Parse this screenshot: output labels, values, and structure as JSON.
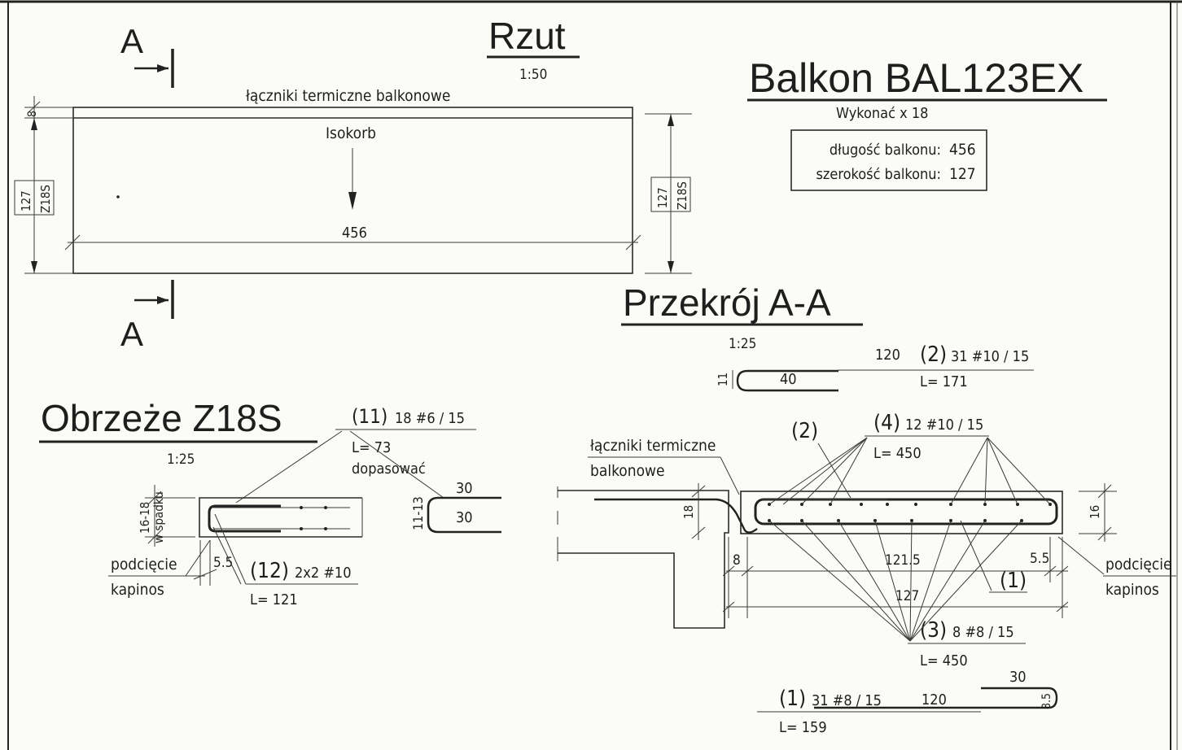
{
  "plan": {
    "title": "Rzut",
    "scale": "1:50",
    "section_mark": "A",
    "connectors_label": "łączniki termiczne balkonowe",
    "isokorb_label": "Isokorb",
    "length": "456",
    "top_dim": "8",
    "left_dim_top": "127",
    "left_dim_bottom": "Z18S",
    "right_dim_top": "127",
    "right_dim_bottom": "Z18S"
  },
  "info": {
    "title": "Balkon BAL123EX",
    "count_note": "Wykonać x 18",
    "length_label": "długość balkonu:",
    "length_value": "456",
    "width_label": "szerokość balkonu:",
    "width_value": "127"
  },
  "edge": {
    "title": "Obrzeże Z18S",
    "scale": "1:25",
    "bar11_mark": "(11)",
    "bar11_spec": "18 #6 / 15",
    "bar11_length": "L= 73",
    "bar11_note": "dopasować",
    "bar11_shape_top": "30",
    "bar11_shape_inner": "30",
    "bar11_shape_side": "11-13",
    "slope_dim": "16-18",
    "slope_note": "w spadku",
    "drip_1": "podcięcie",
    "drip_2": "kapinos",
    "dim_55": "5.5",
    "bar12_mark": "(12)",
    "bar12_spec": "2x2 #10",
    "bar12_length": "L= 121"
  },
  "section": {
    "title": "Przekrój A-A",
    "scale": "1:25",
    "bar2_shape_side": "11",
    "bar2_shape_hook": "40",
    "bar2_shape_len": "120",
    "bar2_mark": "(2)",
    "bar2_spec": "31 #10 / 15",
    "bar2_length": "L= 171",
    "connectors_1": "łączniki termiczne",
    "connectors_2": "balkonowe",
    "callout2": "(2)",
    "bar4_mark": "(4)",
    "bar4_spec": "12 #10 / 15",
    "bar4_length": "L= 450",
    "dim_18": "18",
    "dim_16": "16",
    "dim_8": "8",
    "dim_1215": "121.5",
    "dim_55": "5.5",
    "dim_127": "127",
    "callout1": "(1)",
    "drip_1": "podcięcie",
    "drip_2": "kapinos",
    "bar3_mark": "(3)",
    "bar3_spec": "8 #8 / 15",
    "bar3_length": "L= 450",
    "bar1_mark": "(1)",
    "bar1_spec": "31 #8 / 15",
    "bar1_shape_len": "120",
    "bar1_shape_top": "30",
    "bar1_shape_side": "8.5",
    "bar1_length": "L= 159"
  }
}
